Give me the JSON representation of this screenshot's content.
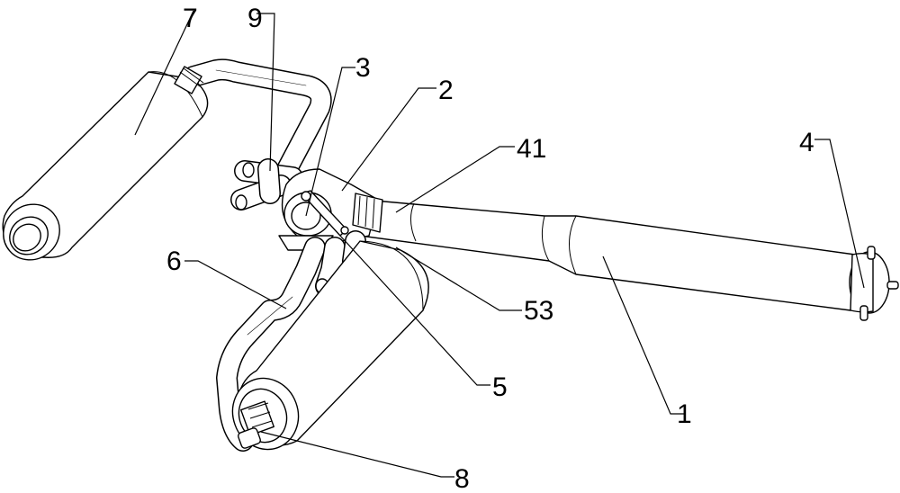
{
  "labels": {
    "l1": "1",
    "l2": "2",
    "l3": "3",
    "l4": "4",
    "l41": "41",
    "l5": "5",
    "l53": "53",
    "l6": "6",
    "l7": "7",
    "l8": "8",
    "l9": "9"
  }
}
